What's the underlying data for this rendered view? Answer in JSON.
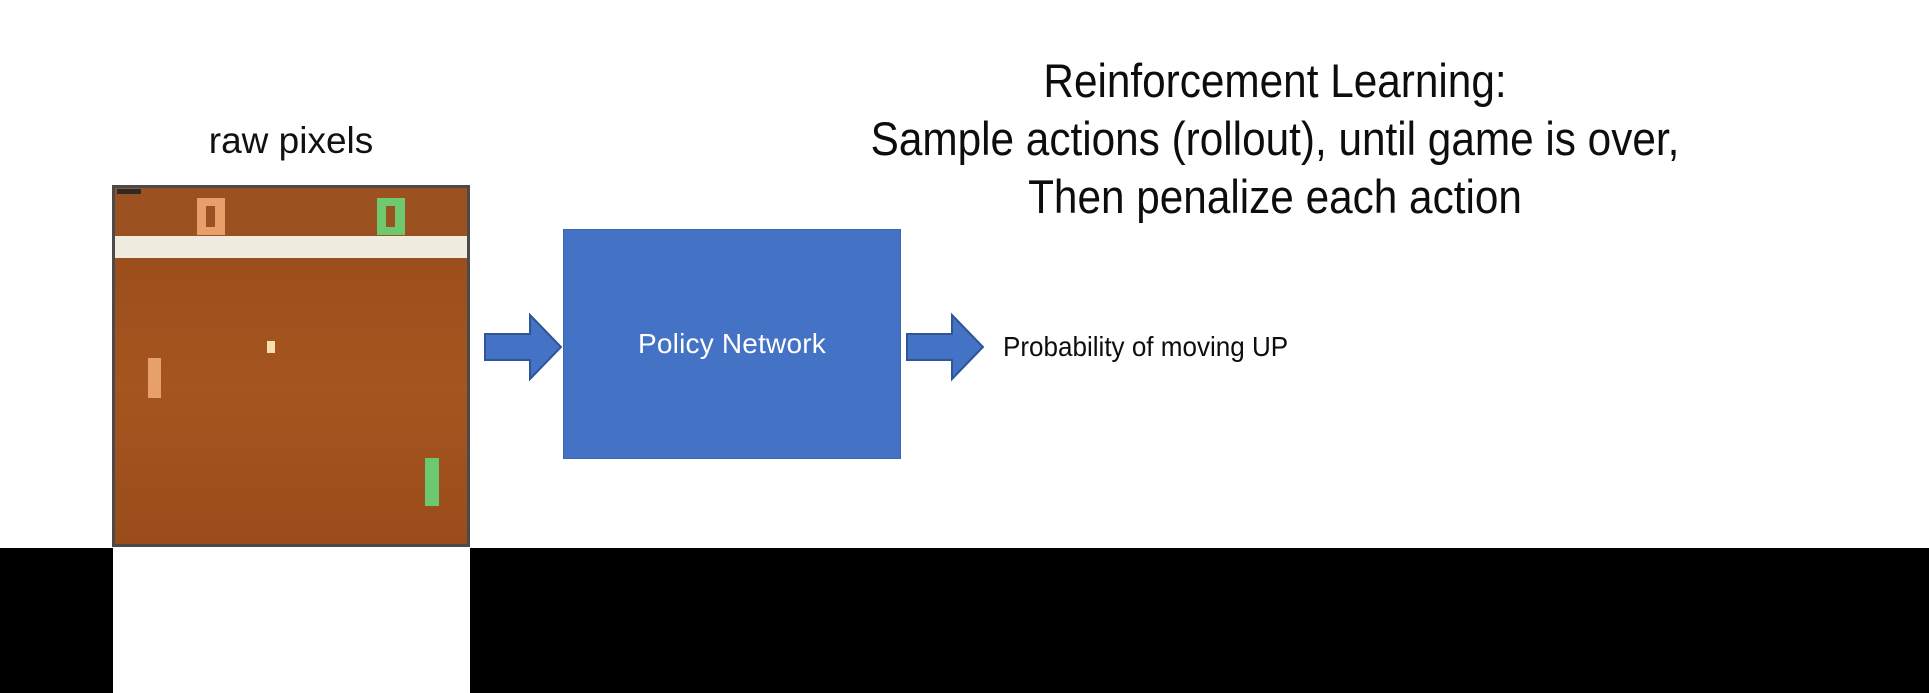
{
  "slide": {
    "background_color": "#ffffff",
    "title_lines": [
      "Reinforcement Learning:",
      "Sample actions (rollout), until game is over,",
      "Then penalize each action"
    ]
  },
  "input": {
    "caption": "raw pixels"
  },
  "pong": {
    "field_color": "#9c4f1c",
    "border_color": "#4a4a4a",
    "divider_color": "#f1ece0",
    "left_score": "0",
    "right_score": "0",
    "left_score_color": "#e8a06a",
    "right_score_color": "#6ec96e",
    "left_paddle_color": "#e8a06a",
    "right_paddle_color": "#6ec96e",
    "ball_color": "#f6deb0"
  },
  "flow": {
    "input_arrow_icon": "right-arrow-icon",
    "output_arrow_icon": "right-arrow-icon",
    "arrow_color": "#4472c4",
    "arrow_stroke": "#2f5597",
    "box_label": "Policy Network",
    "box_color": "#4472c4",
    "box_text_color": "#ffffff",
    "output_label": "Probability of moving UP"
  },
  "decor": {
    "black_bar_color": "#000000"
  }
}
